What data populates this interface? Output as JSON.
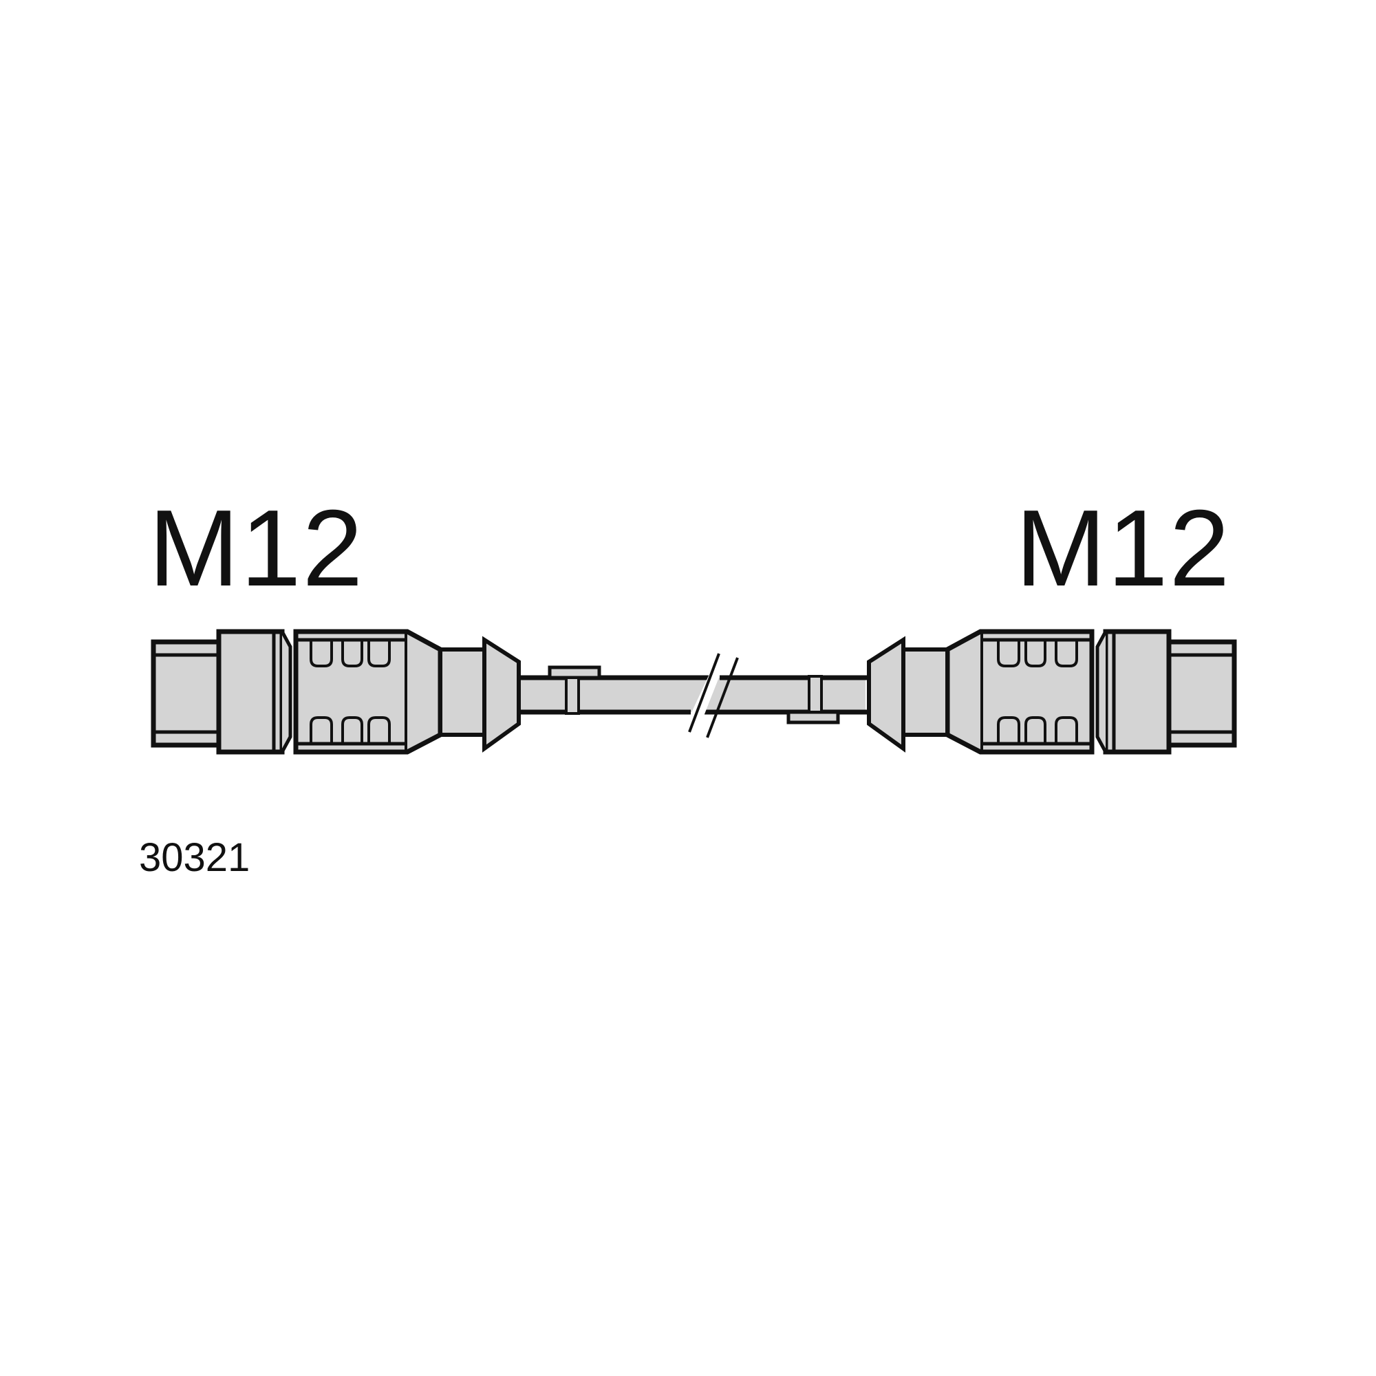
{
  "labels": {
    "left_connector": "M12",
    "right_connector": "M12",
    "figure_number": "30321"
  },
  "colors": {
    "fill": "#d4d4d4",
    "stroke": "#111111",
    "background": "#ffffff"
  }
}
